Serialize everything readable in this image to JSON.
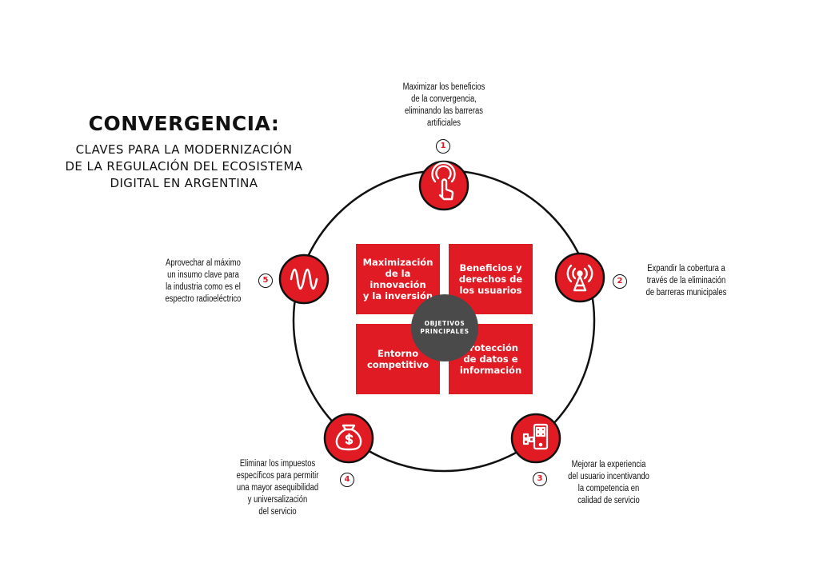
{
  "header": {
    "title": "CONVERGENCIA:",
    "subtitle_lines": [
      "CLAVES PARA LA MODERNIZACIÓN",
      "DE LA REGULACIÓN DEL ECOSISTEMA",
      "DIGITAL EN ARGENTINA"
    ]
  },
  "center": {
    "label_lines": [
      "OBJETIVOS",
      "PRINCIPALES"
    ],
    "quadrants": [
      {
        "lines": [
          "Maximización",
          "de la innovación",
          "y la inversión"
        ]
      },
      {
        "lines": [
          "Beneficios y",
          "derechos de",
          "los usuarios"
        ]
      },
      {
        "lines": [
          "Entorno",
          "competitivo"
        ]
      },
      {
        "lines": [
          "Protección",
          "de datos e",
          "información"
        ]
      }
    ]
  },
  "keys": [
    {
      "number": "1",
      "icon": "touch-hand-icon",
      "lines": [
        "Maximizar los beneficios",
        "de la convergencia,",
        "eliminando las barreras",
        "artificiales"
      ]
    },
    {
      "number": "2",
      "icon": "antenna-tower-icon",
      "lines": [
        "Expandir la cobertura a",
        "través de la eliminación",
        "de barreras municipales"
      ]
    },
    {
      "number": "3",
      "icon": "mobile-apps-icon",
      "lines": [
        "Mejorar la experiencia",
        "del usuario incentivando",
        "la competencia en",
        "calidad de servicio"
      ]
    },
    {
      "number": "4",
      "icon": "money-bag-icon",
      "lines": [
        "Eliminar los impuestos",
        "específicos para permitir",
        "una mayor asequibilidad",
        "y universalización",
        "del servicio"
      ]
    },
    {
      "number": "5",
      "icon": "radio-wave-icon",
      "lines": [
        "Aprovechar al máximo",
        "un insumo clave para",
        "la industria como es el",
        "espectro radioeléctrico"
      ]
    }
  ],
  "colors": {
    "accent": "#e01b24",
    "center_disc": "#4a4a4a",
    "ring": "#111111"
  }
}
